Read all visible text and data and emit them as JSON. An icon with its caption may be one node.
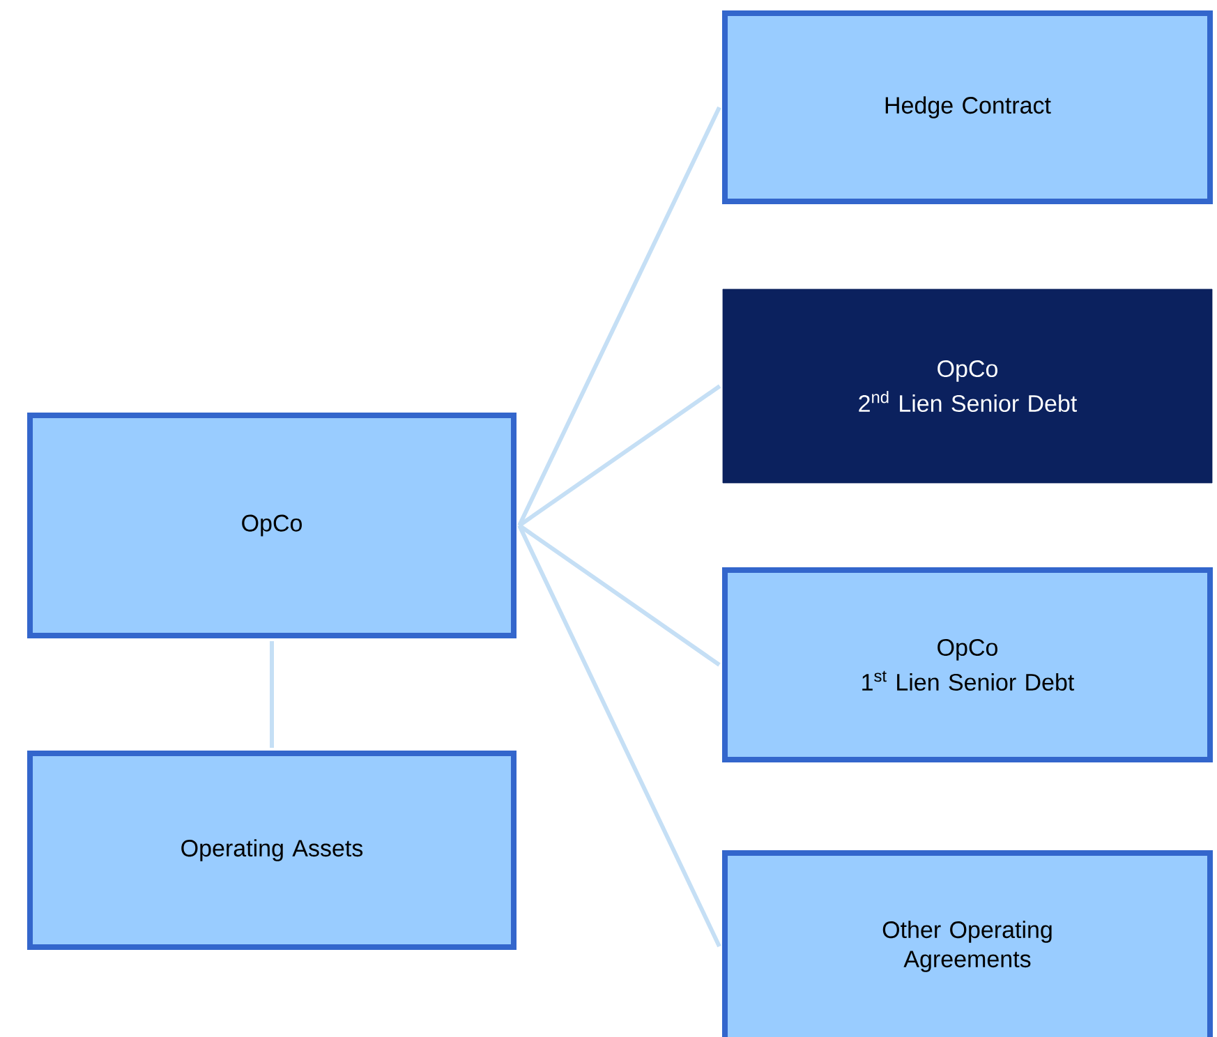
{
  "diagram": {
    "nodes": [
      {
        "text": [
          "OpCo"
        ]
      },
      {
        "text": [
          "Operating Assets"
        ]
      },
      {
        "text": [
          "Hedge Contract"
        ]
      },
      {
        "text": [
          "OpCo",
          "2$^{nd}$ Lien Senior Debt"
        ]
      },
      {
        "text": [
          "OpCo",
          "1$^{st}$ Lien Senior Debt"
        ]
      },
      {
        "text": [
          "Other Operating Agreements"
        ]
      }
    ],
    "edges": [
      {
        "from": 0,
        "to": 1,
        "arrow": "none"
      },
      {
        "from": 0,
        "to": 2,
        "arrow": "none"
      },
      {
        "from": 0,
        "to": 3,
        "arrow": "none"
      },
      {
        "from": 0,
        "to": 4,
        "arrow": "none"
      },
      {
        "from": 0,
        "to": 5,
        "arrow": "none"
      }
    ]
  }
}
